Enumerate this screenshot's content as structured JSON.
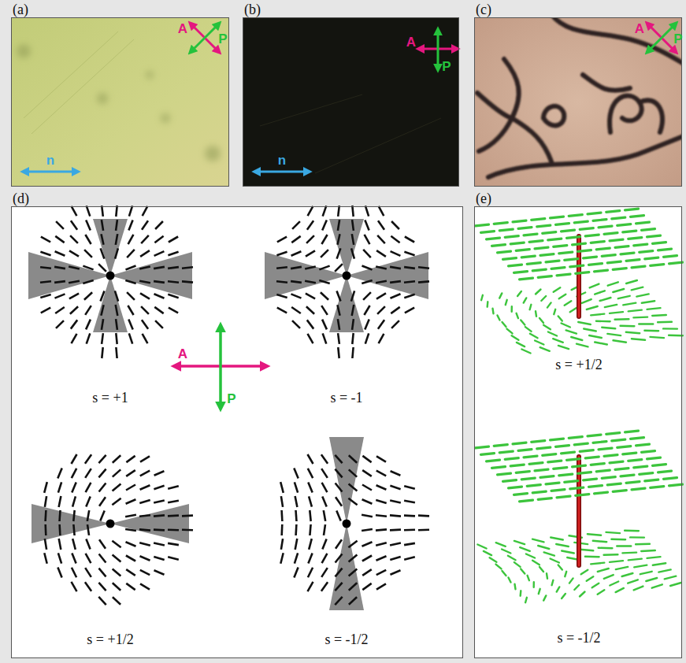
{
  "diagram": {
    "nodes": [
      {
        "text": [
          "(a)"
        ]
      },
      {
        "text": [
          "(b)"
        ]
      },
      {
        "text": [
          "(c)"
        ]
      },
      {
        "text": [
          "(d)"
        ]
      },
      {
        "text": [
          "(e)"
        ]
      }
    ],
    "labels": [
      "A",
      "P",
      "n",
      "A",
      "P",
      "n",
      "A",
      "P",
      "A",
      "P",
      "s = +1",
      "s = -1",
      "s = +1/2",
      "s = -1/2",
      "s = +1/2",
      "s = -1/2"
    ]
  }
}
